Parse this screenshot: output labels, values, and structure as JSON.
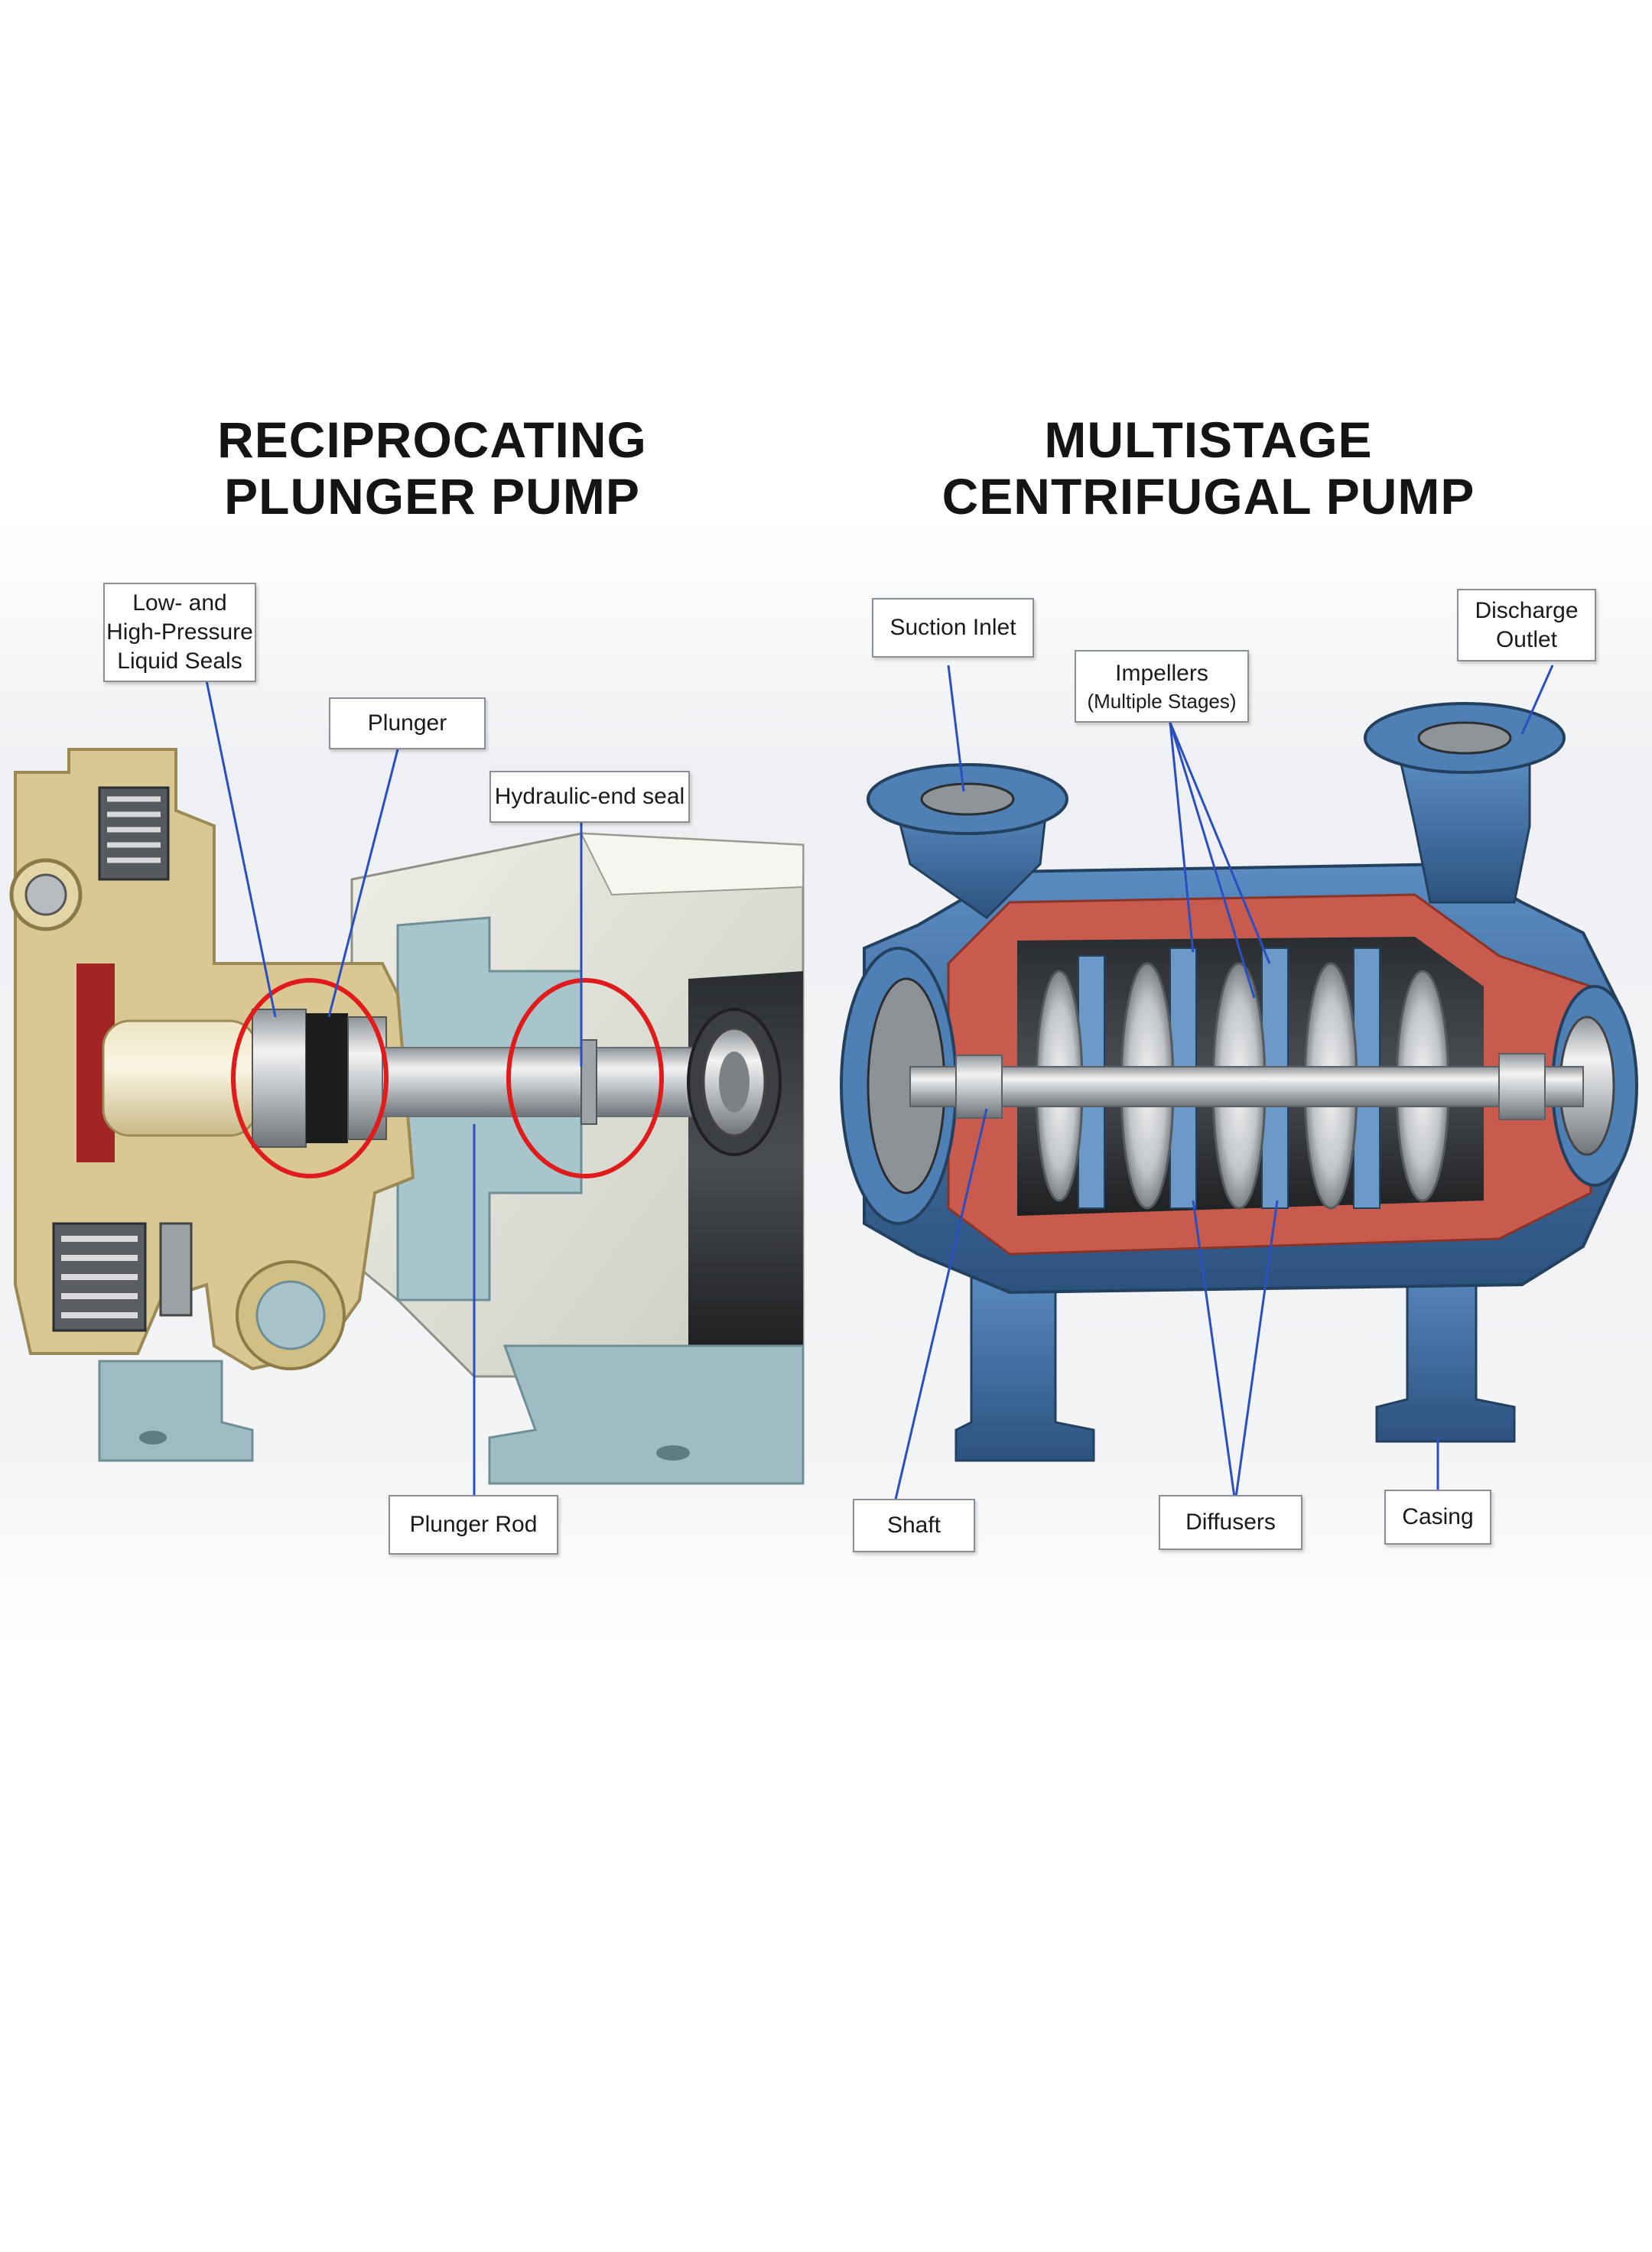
{
  "titles": {
    "left": [
      "RECIPROCATING",
      "PLUNGER PUMP"
    ],
    "right": [
      "MULTISTAGE",
      "CENTRIFUGAL PUMP"
    ]
  },
  "labels": {
    "seals": [
      "Low-  and",
      "High-Pressure",
      "Liquid Seals"
    ],
    "plunger": "Plunger",
    "hydraulic_seal": "Hydraulic-end seal",
    "plunger_rod": "Plunger Rod",
    "suction_inlet": "Suction Inlet",
    "impellers": [
      "Impellers",
      "(Multiple Stages)"
    ],
    "discharge": [
      "Discharge",
      "Outlet"
    ],
    "shaft": "Shaft",
    "diffusers": "Diffusers",
    "casing": "Casing"
  },
  "colors": {
    "leader_line": "#2b4fbf",
    "highlight_circle": "#e01b1b",
    "plunger_housing": "#dccda0",
    "plunger_frame": "#dfe0d6",
    "base_blue_gray": "#9fbcc4",
    "casing_blue": "#3f6fa5",
    "casing_red": "#c85a4e",
    "steel": "#b8bcc0"
  }
}
